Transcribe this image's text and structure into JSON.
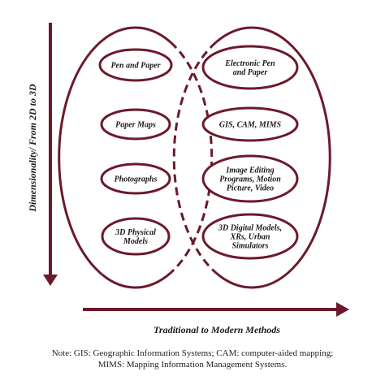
{
  "colors": {
    "stroke": "#6b1a2b",
    "text": "#1a1a1a"
  },
  "y_axis": {
    "label": "Dimensionality/ From 2D to 3D"
  },
  "x_axis": {
    "label": "Traditional to Modern Methods"
  },
  "traditional": {
    "items": [
      {
        "label": [
          "Pen and Paper"
        ]
      },
      {
        "label": [
          "Paper Maps"
        ]
      },
      {
        "label": [
          "Photographs"
        ]
      },
      {
        "label": [
          "3D Physical",
          "Models"
        ]
      }
    ]
  },
  "modern": {
    "items": [
      {
        "label": [
          "Electronic Pen",
          "and Paper"
        ]
      },
      {
        "label": [
          "GIS, CAM, MIMS"
        ]
      },
      {
        "label": [
          "Image Editing",
          "Programs, Motion",
          "Picture, Video"
        ]
      },
      {
        "label": [
          "3D Digital Models,",
          "XRs, Urban",
          "Simulators"
        ]
      }
    ]
  },
  "note": {
    "line1": "Note: GIS: Geographic Information Systems; CAM: computer-aided mapping;",
    "line2": "MIMS: Mapping Information Management Systems."
  }
}
